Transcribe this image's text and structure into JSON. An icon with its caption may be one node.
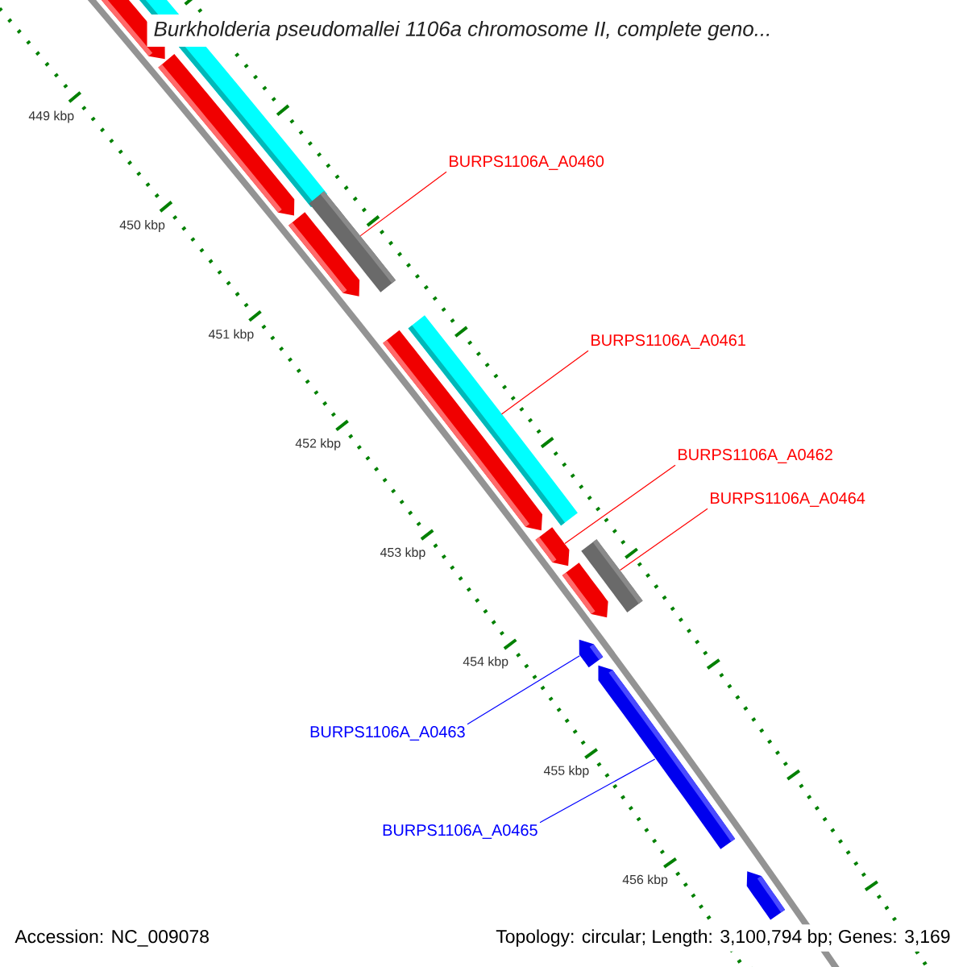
{
  "diagram": {
    "title": "Burkholderia pseudomallei 1106a chromosome II, complete geno...",
    "nodes": [
      {
        "text": [
          "BURPS1106A_A0460"
        ]
      },
      {
        "text": [
          "BURPS1106A_A0461"
        ]
      },
      {
        "text": [
          "BURPS1106A_A0462"
        ]
      },
      {
        "text": [
          "BURPS1106A_A0464"
        ]
      },
      {
        "text": [
          "BURPS1106A_A0463"
        ]
      },
      {
        "text": [
          "BURPS1106A_A0465"
        ]
      },
      {
        "text": [],
        "shape": "bar"
      },
      {
        "text": [],
        "shape": "bar"
      },
      {
        "text": [],
        "shape": "bar"
      },
      {
        "text": [],
        "shape": "bar"
      },
      {
        "text": [],
        "shape": "bar"
      },
      {
        "text": [],
        "shape": "bar"
      },
      {
        "text": [],
        "shape": "bar"
      },
      {
        "text": [],
        "shape": "bar"
      },
      {
        "text": [],
        "shape": "bar"
      },
      {
        "text": [],
        "shape": "bar"
      },
      {
        "text": [],
        "shape": "bar"
      },
      {
        "text": [],
        "shape": "bar"
      },
      {
        "text": [],
        "shape": "bar"
      }
    ],
    "edges": [
      {
        "from": 0,
        "to": 9,
        "arrow": "none"
      },
      {
        "from": 1,
        "to": 11,
        "arrow": "none"
      },
      {
        "from": 2,
        "to": 13,
        "arrow": "none"
      },
      {
        "from": 3,
        "to": 14,
        "arrow": "none"
      },
      {
        "from": 4,
        "to": 16,
        "arrow": "none",
        "color": "#0000ff"
      },
      {
        "from": 5,
        "to": 17,
        "arrow": "none",
        "color": "#0000ff"
      }
    ],
    "labels": [
      "449 kbp",
      "450 kbp",
      "451 kbp",
      "452 kbp",
      "453 kbp",
      "454 kbp",
      "455 kbp",
      "456 kbp",
      "Accession: NC_009078",
      "Topology: circular; Length: 3,100,794 bp; Genes: 3,169"
    ]
  }
}
